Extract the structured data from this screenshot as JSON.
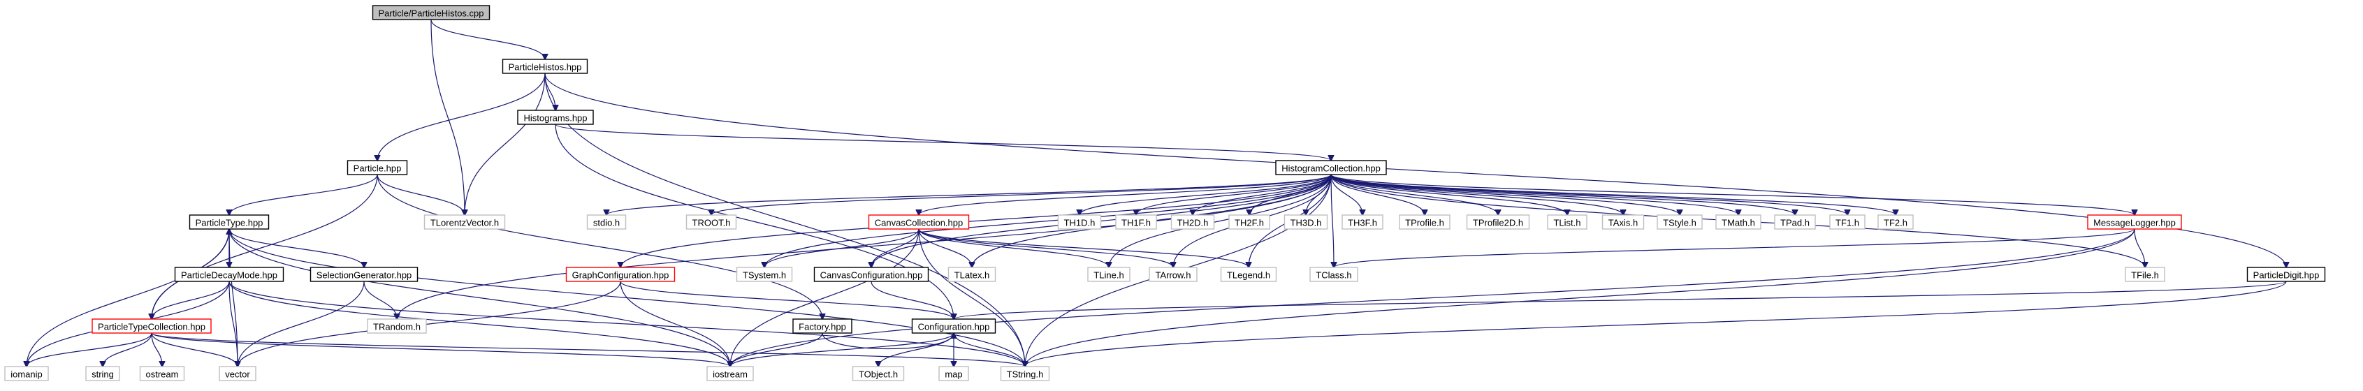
{
  "diagram": {
    "nodes": {
      "particle_histos_cpp": {
        "label": "Particle/ParticleHistos.cpp",
        "kind": "root"
      },
      "particle_histos_hpp": {
        "label": "ParticleHistos.hpp",
        "kind": "normal"
      },
      "histograms_hpp": {
        "label": "Histograms.hpp",
        "kind": "normal"
      },
      "particle_hpp": {
        "label": "Particle.hpp",
        "kind": "normal"
      },
      "tlorentzvector_h": {
        "label": "TLorentzVector.h",
        "kind": "external"
      },
      "histogramcollection_hpp": {
        "label": "HistogramCollection.hpp",
        "kind": "normal"
      },
      "particledigit_hpp": {
        "label": "ParticleDigit.hpp",
        "kind": "normal"
      },
      "particletype_hpp": {
        "label": "ParticleType.hpp",
        "kind": "normal"
      },
      "particledecaymode_hpp": {
        "label": "ParticleDecayMode.hpp",
        "kind": "normal"
      },
      "selectiongenerator_hpp": {
        "label": "SelectionGenerator.hpp",
        "kind": "normal"
      },
      "particletypecollection_hpp": {
        "label": "ParticleTypeCollection.hpp",
        "kind": "truncated"
      },
      "stdio_h": {
        "label": "stdio.h",
        "kind": "external"
      },
      "troot_h": {
        "label": "TROOT.h",
        "kind": "external"
      },
      "tsystem_h": {
        "label": "TSystem.h",
        "kind": "external"
      },
      "canvascollection_hpp": {
        "label": "CanvasCollection.hpp",
        "kind": "truncated"
      },
      "canvasconfiguration_hpp": {
        "label": "CanvasConfiguration.hpp",
        "kind": "normal"
      },
      "graphconfiguration_hpp": {
        "label": "GraphConfiguration.hpp",
        "kind": "truncated"
      },
      "tlatex_h": {
        "label": "TLatex.h",
        "kind": "external"
      },
      "th1d_h": {
        "label": "TH1D.h",
        "kind": "external"
      },
      "th1f_h": {
        "label": "TH1F.h",
        "kind": "external"
      },
      "th2d_h": {
        "label": "TH2D.h",
        "kind": "external"
      },
      "th2f_h": {
        "label": "TH2F.h",
        "kind": "external"
      },
      "th3d_h": {
        "label": "TH3D.h",
        "kind": "external"
      },
      "th3f_h": {
        "label": "TH3F.h",
        "kind": "external"
      },
      "tprofile_h": {
        "label": "TProfile.h",
        "kind": "external"
      },
      "tprofile2d_h": {
        "label": "TProfile2D.h",
        "kind": "external"
      },
      "tlist_h": {
        "label": "TList.h",
        "kind": "external"
      },
      "taxis_h": {
        "label": "TAxis.h",
        "kind": "external"
      },
      "tstyle_h": {
        "label": "TStyle.h",
        "kind": "external"
      },
      "tmath_h": {
        "label": "TMath.h",
        "kind": "external"
      },
      "tpad_h": {
        "label": "TPad.h",
        "kind": "external"
      },
      "tf1_h": {
        "label": "TF1.h",
        "kind": "external"
      },
      "tf2_h": {
        "label": "TF2.h",
        "kind": "external"
      },
      "messagelogger_hpp": {
        "label": "MessageLogger.hpp",
        "kind": "truncated"
      },
      "tline_h": {
        "label": "TLine.h",
        "kind": "external"
      },
      "tarrow_h": {
        "label": "TArrow.h",
        "kind": "external"
      },
      "tlegend_h": {
        "label": "TLegend.h",
        "kind": "external"
      },
      "tclass_h": {
        "label": "TClass.h",
        "kind": "external"
      },
      "tfile_h": {
        "label": "TFile.h",
        "kind": "external"
      },
      "trandom_h": {
        "label": "TRandom.h",
        "kind": "external"
      },
      "factory_hpp": {
        "label": "Factory.hpp",
        "kind": "normal"
      },
      "configuration_hpp": {
        "label": "Configuration.hpp",
        "kind": "normal"
      },
      "iomanip": {
        "label": "iomanip",
        "kind": "external"
      },
      "string": {
        "label": "string",
        "kind": "external"
      },
      "ostream": {
        "label": "ostream",
        "kind": "external"
      },
      "vector": {
        "label": "vector",
        "kind": "external"
      },
      "iostream": {
        "label": "iostream",
        "kind": "external"
      },
      "tobject_h": {
        "label": "TObject.h",
        "kind": "external"
      },
      "map": {
        "label": "map",
        "kind": "external"
      },
      "tstring_h": {
        "label": "TString.h",
        "kind": "external"
      }
    },
    "edges": [
      [
        "particle_histos_cpp",
        "particle_histos_hpp"
      ],
      [
        "particle_histos_cpp",
        "tlorentzvector_h"
      ],
      [
        "particle_histos_hpp",
        "histograms_hpp"
      ],
      [
        "particle_histos_hpp",
        "particle_hpp"
      ],
      [
        "particle_histos_hpp",
        "tlorentzvector_h"
      ],
      [
        "particle_histos_hpp",
        "particledigit_hpp"
      ],
      [
        "particle_histos_hpp",
        "tstring_h"
      ],
      [
        "histograms_hpp",
        "histogramcollection_hpp"
      ],
      [
        "histograms_hpp",
        "configuration_hpp"
      ],
      [
        "particle_hpp",
        "tlorentzvector_h"
      ],
      [
        "particle_hpp",
        "particletype_hpp"
      ],
      [
        "particle_hpp",
        "particletypecollection_hpp"
      ],
      [
        "particle_hpp",
        "factory_hpp"
      ],
      [
        "histogramcollection_hpp",
        "stdio_h"
      ],
      [
        "histogramcollection_hpp",
        "troot_h"
      ],
      [
        "histogramcollection_hpp",
        "tsystem_h"
      ],
      [
        "histogramcollection_hpp",
        "canvascollection_hpp"
      ],
      [
        "histogramcollection_hpp",
        "canvasconfiguration_hpp"
      ],
      [
        "histogramcollection_hpp",
        "graphconfiguration_hpp"
      ],
      [
        "histogramcollection_hpp",
        "tlatex_h"
      ],
      [
        "histogramcollection_hpp",
        "th1d_h"
      ],
      [
        "histogramcollection_hpp",
        "th1f_h"
      ],
      [
        "histogramcollection_hpp",
        "th2d_h"
      ],
      [
        "histogramcollection_hpp",
        "th2f_h"
      ],
      [
        "histogramcollection_hpp",
        "th3d_h"
      ],
      [
        "histogramcollection_hpp",
        "th3f_h"
      ],
      [
        "histogramcollection_hpp",
        "tprofile_h"
      ],
      [
        "histogramcollection_hpp",
        "tprofile2d_h"
      ],
      [
        "histogramcollection_hpp",
        "tlist_h"
      ],
      [
        "histogramcollection_hpp",
        "taxis_h"
      ],
      [
        "histogramcollection_hpp",
        "tstyle_h"
      ],
      [
        "histogramcollection_hpp",
        "tmath_h"
      ],
      [
        "histogramcollection_hpp",
        "tpad_h"
      ],
      [
        "histogramcollection_hpp",
        "tf1_h"
      ],
      [
        "histogramcollection_hpp",
        "tf2_h"
      ],
      [
        "histogramcollection_hpp",
        "messagelogger_hpp"
      ],
      [
        "histogramcollection_hpp",
        "tline_h"
      ],
      [
        "histogramcollection_hpp",
        "tarrow_h"
      ],
      [
        "histogramcollection_hpp",
        "tlegend_h"
      ],
      [
        "histogramcollection_hpp",
        "tclass_h"
      ],
      [
        "histogramcollection_hpp",
        "tfile_h"
      ],
      [
        "histogramcollection_hpp",
        "trandom_h"
      ],
      [
        "histogramcollection_hpp",
        "tstring_h"
      ],
      [
        "canvascollection_hpp",
        "tsystem_h"
      ],
      [
        "canvascollection_hpp",
        "canvasconfiguration_hpp"
      ],
      [
        "canvascollection_hpp",
        "tlatex_h"
      ],
      [
        "canvascollection_hpp",
        "tline_h"
      ],
      [
        "canvascollection_hpp",
        "tarrow_h"
      ],
      [
        "canvascollection_hpp",
        "tlegend_h"
      ],
      [
        "canvascollection_hpp",
        "iostream"
      ],
      [
        "canvascollection_hpp",
        "tstring_h"
      ],
      [
        "canvasconfiguration_hpp",
        "configuration_hpp"
      ],
      [
        "graphconfiguration_hpp",
        "configuration_hpp"
      ],
      [
        "graphconfiguration_hpp",
        "iostream"
      ],
      [
        "graphconfiguration_hpp",
        "vector"
      ],
      [
        "messagelogger_hpp",
        "tclass_h"
      ],
      [
        "messagelogger_hpp",
        "tfile_h"
      ],
      [
        "messagelogger_hpp",
        "iostream"
      ],
      [
        "messagelogger_hpp",
        "tstring_h"
      ],
      [
        "particledigit_hpp",
        "configuration_hpp"
      ],
      [
        "particledigit_hpp",
        "tstring_h"
      ],
      [
        "particletype_hpp",
        "particledecaymode_hpp"
      ],
      [
        "particletype_hpp",
        "selectiongenerator_hpp"
      ],
      [
        "particletype_hpp",
        "particletypecollection_hpp"
      ],
      [
        "particletype_hpp",
        "iomanip"
      ],
      [
        "particletype_hpp",
        "vector"
      ],
      [
        "particletype_hpp",
        "iostream"
      ],
      [
        "particletype_hpp",
        "tstring_h"
      ],
      [
        "particledecaymode_hpp",
        "particletype_hpp"
      ],
      [
        "particledecaymode_hpp",
        "particletypecollection_hpp"
      ],
      [
        "particledecaymode_hpp",
        "iomanip"
      ],
      [
        "particledecaymode_hpp",
        "vector"
      ],
      [
        "particledecaymode_hpp",
        "iostream"
      ],
      [
        "particledecaymode_hpp",
        "tstring_h"
      ],
      [
        "selectiongenerator_hpp",
        "trandom_h"
      ],
      [
        "selectiongenerator_hpp",
        "vector"
      ],
      [
        "particletypecollection_hpp",
        "particletype_hpp"
      ],
      [
        "particletypecollection_hpp",
        "iomanip"
      ],
      [
        "particletypecollection_hpp",
        "string"
      ],
      [
        "particletypecollection_hpp",
        "ostream"
      ],
      [
        "particletypecollection_hpp",
        "vector"
      ],
      [
        "particletypecollection_hpp",
        "iostream"
      ],
      [
        "particletypecollection_hpp",
        "tstring_h"
      ],
      [
        "factory_hpp",
        "configuration_hpp"
      ],
      [
        "factory_hpp",
        "iostream"
      ],
      [
        "configuration_hpp",
        "iostream"
      ],
      [
        "configuration_hpp",
        "tobject_h"
      ],
      [
        "configuration_hpp",
        "map"
      ],
      [
        "configuration_hpp",
        "tstring_h"
      ]
    ]
  },
  "colors": {
    "edge": "#191970",
    "root_fill": "#bfbfbf",
    "normal_border": "#000000",
    "external_border": "#bfbfbf",
    "truncated_border": "#ff0000",
    "background": "#ffffff"
  }
}
